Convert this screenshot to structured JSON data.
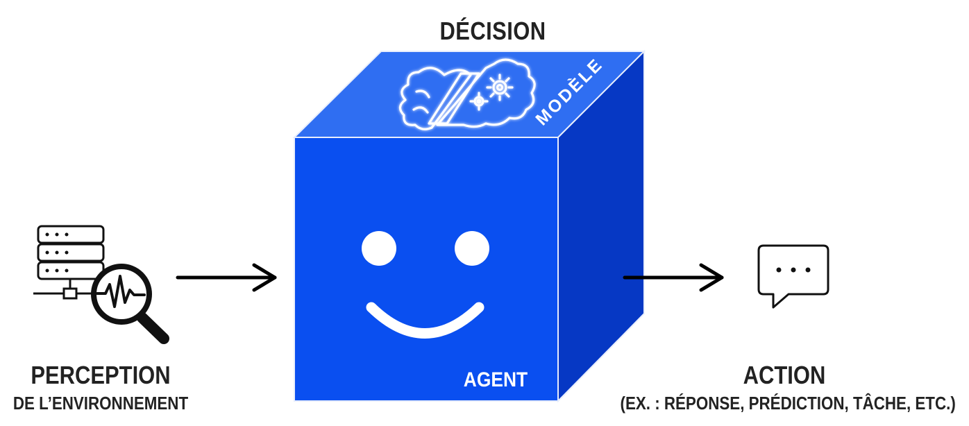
{
  "decision": {
    "title": "DÉCISION"
  },
  "model": {
    "label": "MODÈLE"
  },
  "agent": {
    "label": "AGENT"
  },
  "perception": {
    "title": "PERCEPTION",
    "subtitle": "DE L’ENVIRONNEMENT"
  },
  "action": {
    "title": "ACTION",
    "subtitle": "(EX. : RÉPONSE, PRÉDICTION, TÂCHE, ETC.)"
  },
  "colors": {
    "cube_front": "#0a4ff0",
    "cube_top": "#2f6ef2",
    "cube_side": "#0638c4",
    "edge": "#e8eefc",
    "text": "#222222",
    "icon": "#111111"
  },
  "icons": {
    "perception": "server-monitor-magnifier-icon",
    "action": "chat-bubble-ellipsis-icon",
    "model": "brain-gears-icon",
    "agent_face": "smiley-face-icon"
  }
}
